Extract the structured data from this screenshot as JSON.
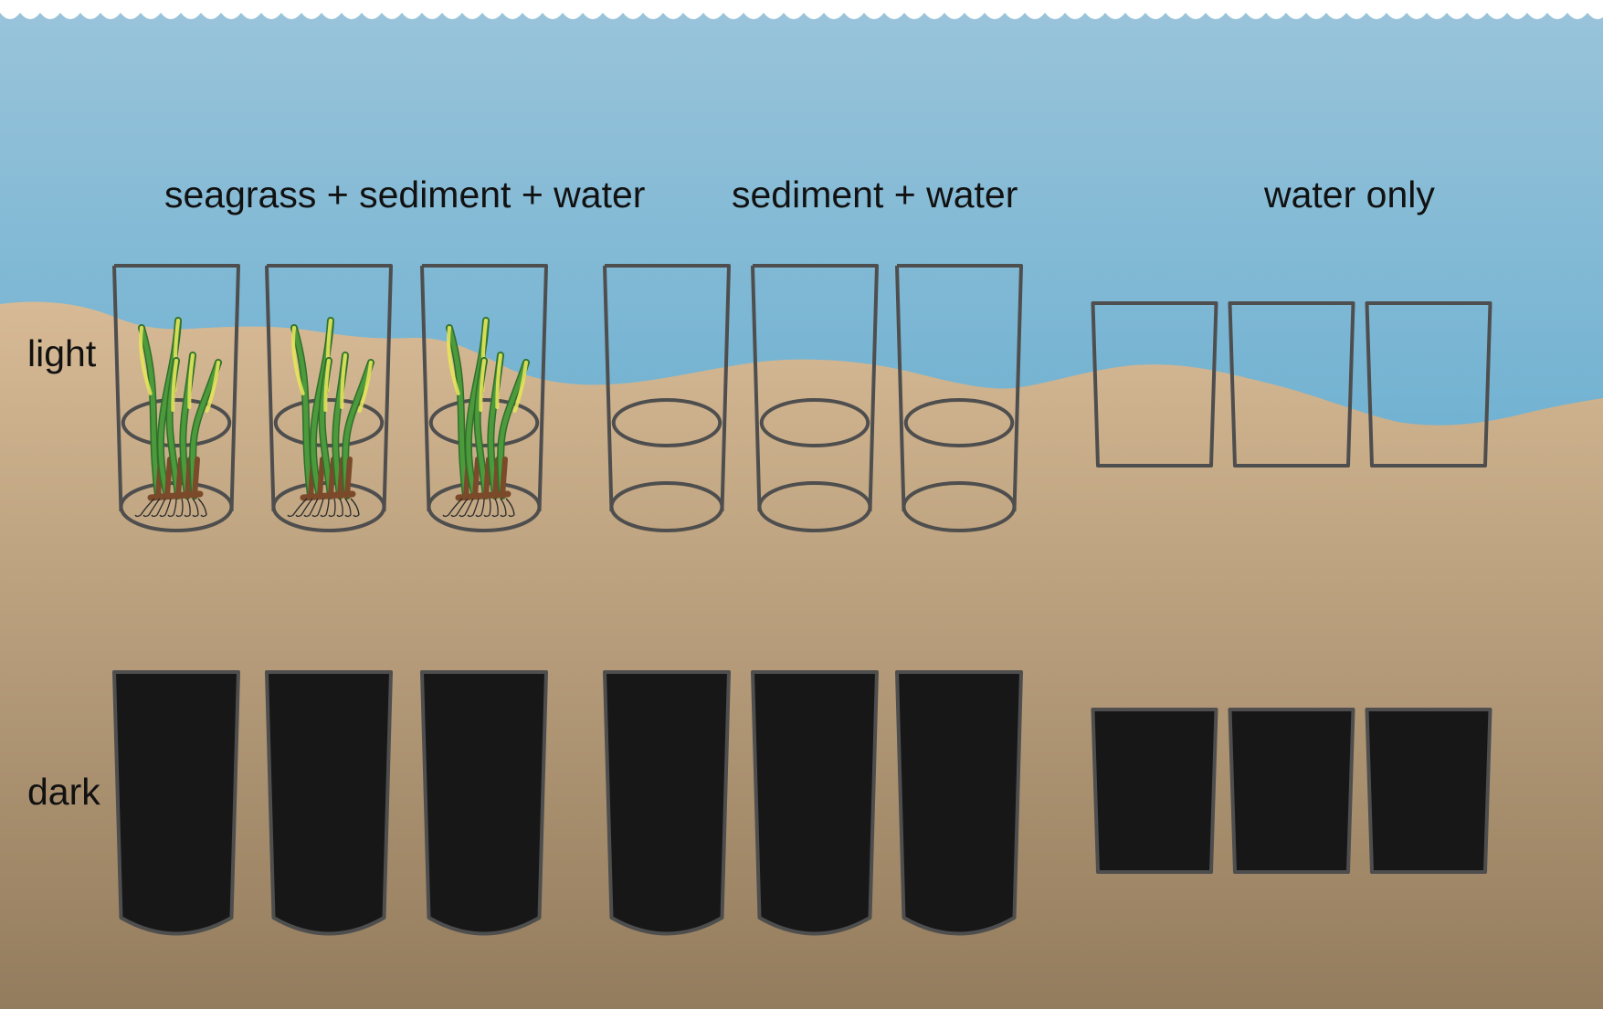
{
  "diagram": {
    "column_headers": [
      "seagrass + sediment + water",
      "sediment + water",
      "water only"
    ],
    "row_labels": [
      "light",
      "dark"
    ],
    "treatments": [
      {
        "header_index": 0,
        "contents": [
          "seagrass",
          "sediment",
          "water"
        ],
        "replicates": 3
      },
      {
        "header_index": 1,
        "contents": [
          "sediment",
          "water"
        ],
        "replicates": 3
      },
      {
        "header_index": 2,
        "contents": [
          "water"
        ],
        "replicates": 3
      }
    ],
    "conditions": [
      {
        "row_index": 0,
        "chamber_style": "transparent"
      },
      {
        "row_index": 1,
        "chamber_style": "opaque-black"
      }
    ]
  },
  "colors": {
    "water_top": "#97c3d9",
    "water_bottom": "#3c9bc7",
    "sediment_top": "#d6b994",
    "sediment_bottom": "#947d5e",
    "chamber_outline": "#4e4e4e",
    "dark_chamber_fill": "#171717",
    "seagrass_green": "#4c9a3c",
    "seagrass_tip": "#e6e35a",
    "rhizome_brown": "#7a4a2a"
  },
  "icons": [
    "wave-surface-icon",
    "seagrass-plant-icon",
    "sediment-core-icon"
  ]
}
